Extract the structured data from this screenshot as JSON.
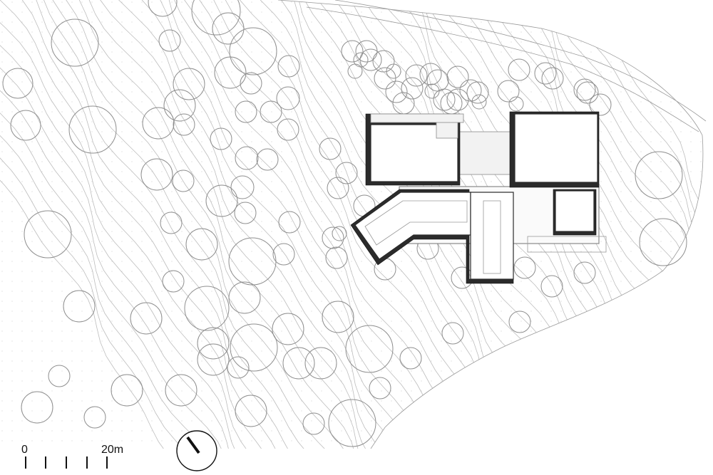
{
  "scale_bar": {
    "start_label": "0",
    "end_label": "20m"
  },
  "north_arrow": {
    "symbol": "north-arrow"
  },
  "colors": {
    "contour": "#bdbdbd",
    "tree": "#8e8e8e",
    "wall": "#2b2b2b",
    "line": "#2a2a2a"
  }
}
